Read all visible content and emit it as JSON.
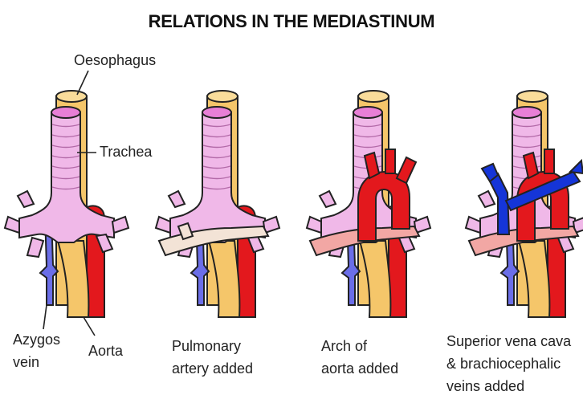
{
  "title": "RELATIONS IN THE MEDIASTINUM",
  "labels": {
    "oesophagus": "Oesophagus",
    "trachea": "Trachea",
    "azygos_line1": "Azygos",
    "azygos_line2": "vein",
    "aorta": "Aorta"
  },
  "panels": [
    {
      "caption_line1": "",
      "caption_line2": ""
    },
    {
      "caption_line1": "Pulmonary",
      "caption_line2": "artery added"
    },
    {
      "caption_line1": "Arch of",
      "caption_line2": "aorta added"
    },
    {
      "caption_line1": "Superior vena cava",
      "caption_line2": "& brachiocephalic",
      "caption_line3": "veins added"
    }
  ],
  "colors": {
    "oesophagus": "#f5c66a",
    "trachea": "#f0b8e8",
    "aorta": "#e3181d",
    "azygos": "#6b6ee8",
    "pulmonary_artery_added": "#f3e3d6",
    "pulmonary_artery": "#f2a7a4",
    "svc": "#1535d8"
  }
}
